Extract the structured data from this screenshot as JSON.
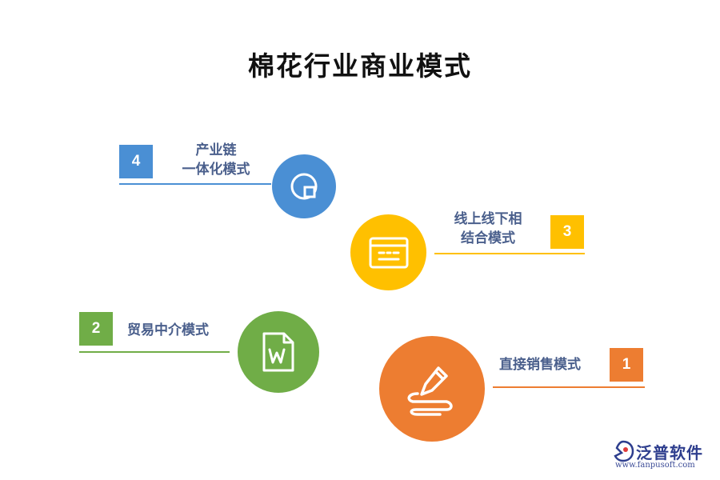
{
  "title": "棉花行业商业模式",
  "colors": {
    "blue": "#4a8fd4",
    "yellow": "#ffc000",
    "green": "#70ad47",
    "orange": "#ed7d31",
    "label_text": "#4a5f8c"
  },
  "items": [
    {
      "number": "1",
      "label_lines": [
        "直接销售模式"
      ],
      "icon": "pen-scribble-icon",
      "color": "orange"
    },
    {
      "number": "2",
      "label_lines": [
        "贸易中介模式"
      ],
      "icon": "word-document-icon",
      "color": "green"
    },
    {
      "number": "3",
      "label_lines": [
        "线上线下相",
        "结合模式"
      ],
      "icon": "monitor-dialog-icon",
      "color": "yellow"
    },
    {
      "number": "4",
      "label_lines": [
        "产业链",
        "一体化模式"
      ],
      "icon": "pie-square-icon",
      "color": "blue"
    }
  ],
  "logo": {
    "name": "泛普软件",
    "url": "www.fanpusoft.com"
  }
}
